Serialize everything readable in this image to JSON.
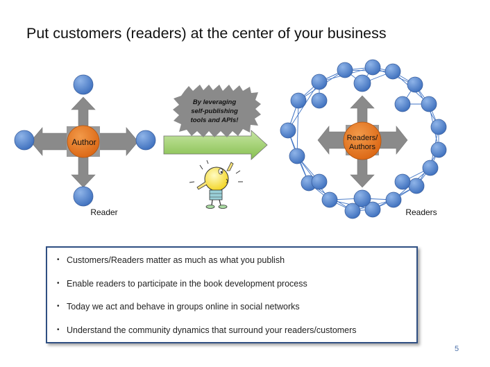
{
  "title": "Put customers (readers) at the center of your business",
  "author_label": "Author",
  "reader_label": "Reader",
  "callout_lines": [
    "By leveraging",
    "self-publishing",
    "tools and APIs!"
  ],
  "readers_authors_lines": [
    "Readers/",
    "Authors"
  ],
  "readers_label": "Readers",
  "bullets": [
    "Customers/Readers matter as much as what you publish",
    "Enable readers to participate in the book development process",
    "Today we act and behave in groups online in social networks",
    "Understand the community dynamics that surround your readers/customers"
  ],
  "page_number": "5",
  "colors": {
    "node_blue": "#4a7fcc",
    "center_orange": "#e8731a",
    "arrow_green": "#9acc66",
    "cross_gray": "#8a8a8a",
    "box_border": "#2f4f82",
    "page_number": "#4a6fa8"
  },
  "icons": [
    "lightbulb-character-icon"
  ]
}
